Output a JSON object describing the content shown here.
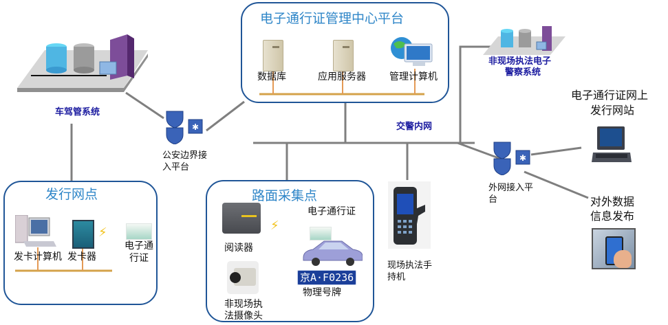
{
  "title_center": "电子通行证管理中心平台",
  "center_platform": {
    "items": [
      {
        "label": "数据库",
        "icon": "server-icon"
      },
      {
        "label": "应用服务器",
        "icon": "server-icon"
      },
      {
        "label": "管理计算机",
        "icon": "globe-monitor-icon"
      }
    ]
  },
  "vehicle_system": {
    "label": "车驾管系统",
    "icon": "datacenter-icon"
  },
  "police_gateway": {
    "label_line1": "公安边界接",
    "label_line2": "入平台",
    "icon": "firewall-icon"
  },
  "traffic_network": {
    "label": "交警内网"
  },
  "offsite_system": {
    "label_line1": "非现场执法电子",
    "label_line2": "警察系统",
    "icon": "datacenter-icon"
  },
  "online_site": {
    "label_line1": "电子通行证网上",
    "label_line2": "发行网站",
    "icon": "laptop-icon"
  },
  "external_gateway": {
    "label_line1": "外网接入平",
    "label_line2": "台",
    "icon": "firewall-icon"
  },
  "public_info": {
    "label_line1": "对外数据",
    "label_line2": "信息发布",
    "icon": "smartphone-icon"
  },
  "issuing_point": {
    "title": "发行网点",
    "items": [
      {
        "label": "发卡计算机",
        "icon": "desktop-computer-icon"
      },
      {
        "label": "发卡器",
        "icon": "card-issuer-icon"
      }
    ],
    "card_label_line1": "电子通",
    "card_label_line2": "行证"
  },
  "road_point": {
    "title": "路面采集点",
    "reader_label": "阅读器",
    "camera_label_line1": "非现场执",
    "camera_label_line2": "法摄像头",
    "pass_label": "电子通行证",
    "plate_text": "京A·F0236",
    "plate_label": "物理号牌"
  },
  "handheld": {
    "label_line1": "现场执法手",
    "label_line2": "持机",
    "icon": "handheld-terminal-icon"
  },
  "colors": {
    "box_border": "#1f5597",
    "box_title": "#2f86c8",
    "system_label": "#1c1ca0",
    "network_line": "#7f7f7f",
    "lan_bus": "#d4a24a"
  }
}
